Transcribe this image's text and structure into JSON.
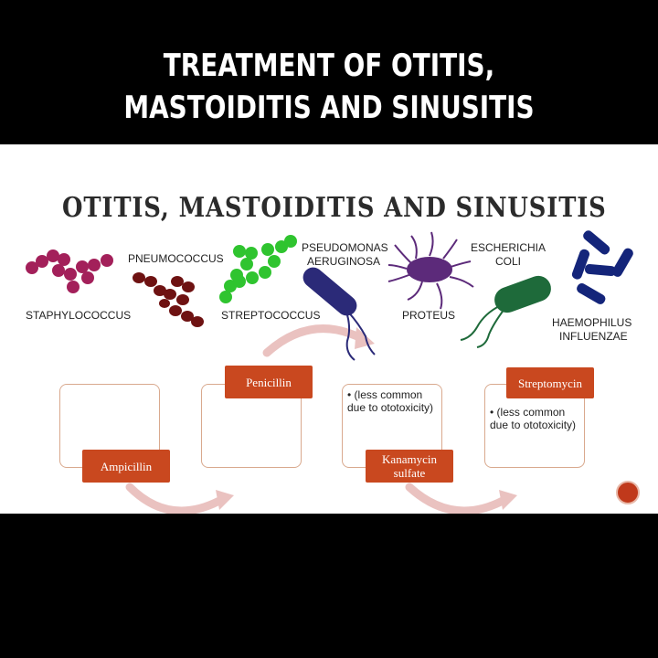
{
  "header": {
    "title_line1": "TREATMENT OF OTITIS,",
    "title_line2": "MASTOIDITIS AND SINUSITIS"
  },
  "slide": {
    "title": "OTITIS, MASTOIDITIS AND SINUSITIS",
    "bacteria": {
      "staphylococcus": "STAPHYLOCOCCUS",
      "pneumococcus": "PNEUMOCOCCUS",
      "streptococcus": "STREPTOCOCCUS",
      "pseudomonas_line1": "PSEUDOMONAS",
      "pseudomonas_line2": "AERUGINOSA",
      "proteus": "PROTEUS",
      "escherichia_line1": "ESCHERICHIA",
      "escherichia_line2": "COLI",
      "haemophilus_line1": "HAEMOPHILUS",
      "haemophilus_line2": "INFLUENZAE"
    },
    "drugs": {
      "ampicillin": "Ampicillin",
      "penicillin": "Penicillin",
      "kanamycin": "Kanamycin sulfate",
      "streptomycin": "Streptomycin"
    },
    "notes": {
      "kanamycin_note": "• (less common due to ototoxicity)",
      "streptomycin_note": "• (less common due to ototoxicity)"
    }
  },
  "colors": {
    "staphylococcus": "#a3205a",
    "pneumococcus": "#6e1212",
    "streptococcus": "#2fc42f",
    "pseudomonas": "#2b2a78",
    "proteus": "#5c2a7a",
    "escherichia": "#1e6a3a",
    "haemophilus": "#14257a",
    "drug_box": "#c9481f",
    "arrow": "#eac2c0"
  }
}
